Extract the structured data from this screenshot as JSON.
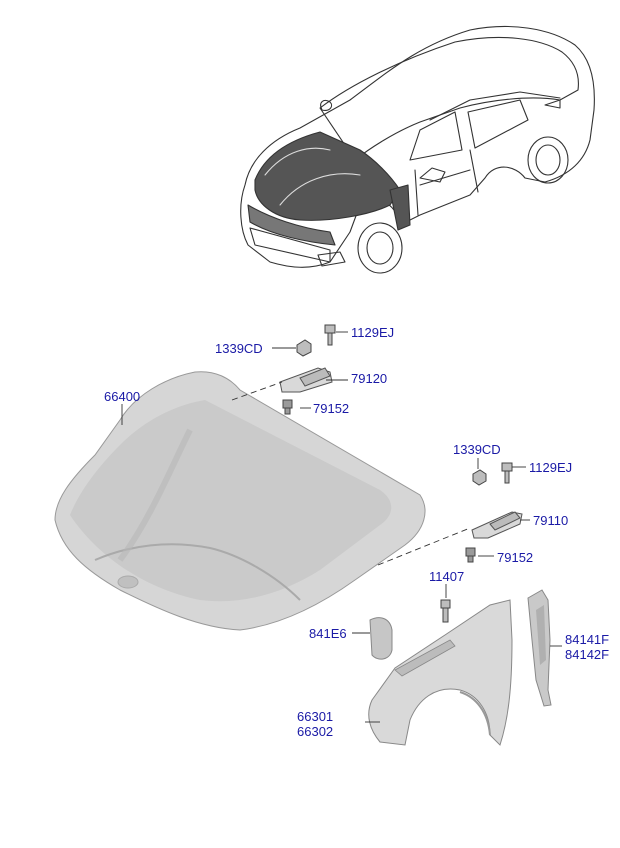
{
  "labels": {
    "p1339cd_upper": "1339CD",
    "p1129ej_upper": "1129EJ",
    "p79120": "79120",
    "p66400": "66400",
    "p79152_upper": "79152",
    "p1339cd_lower": "1339CD",
    "p1129ej_lower": "1129EJ",
    "p79110": "79110",
    "p79152_lower": "79152",
    "p11407": "11407",
    "p841e6": "841E6",
    "p84141f": "84141F",
    "p84142f": "84142F",
    "p66301": "66301",
    "p66302": "66302"
  },
  "colors": {
    "label": "#1a1aa6",
    "line": "#333333",
    "part_fill": "#d6d6d6",
    "part_shadow": "#b4b4b4"
  }
}
